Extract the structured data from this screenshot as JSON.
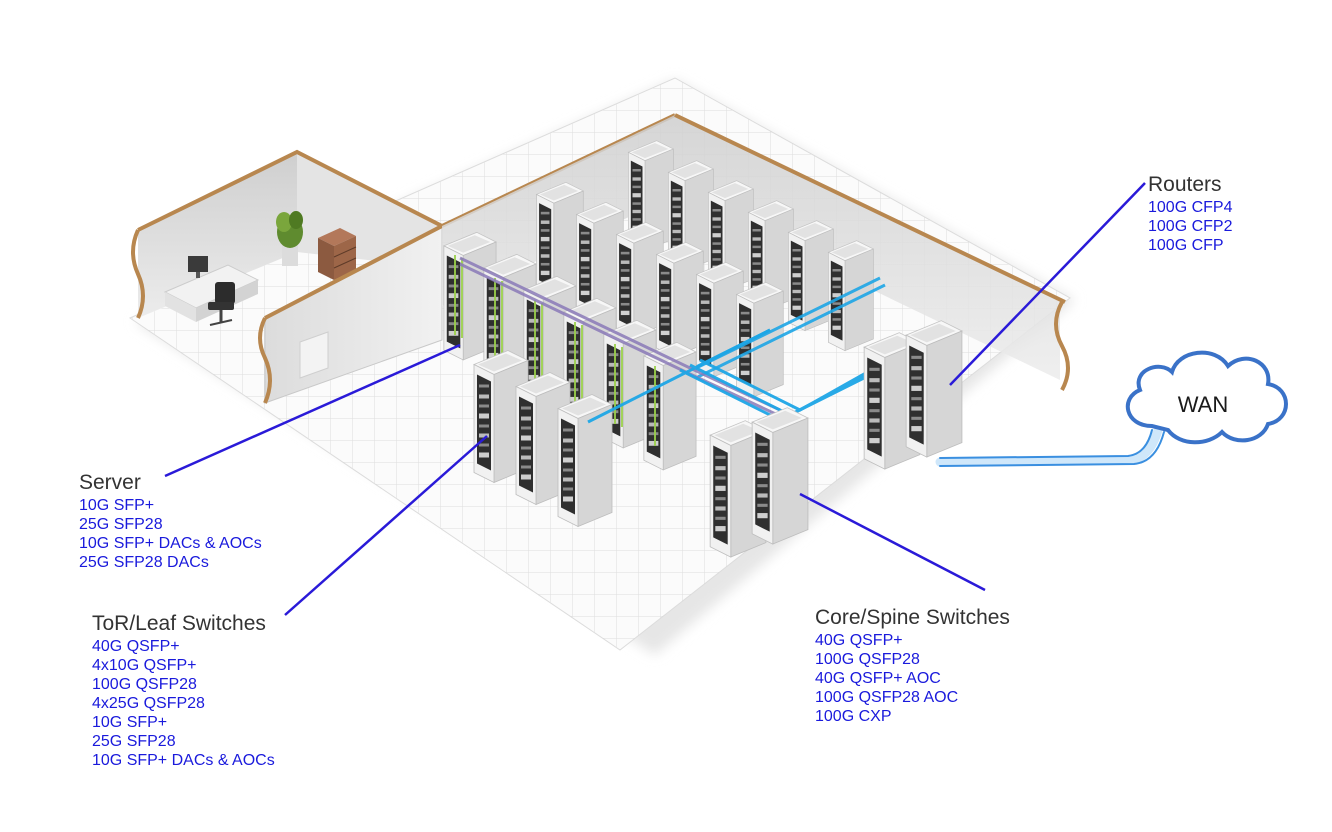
{
  "colors": {
    "item_text": "#1a1adc",
    "pointer_line": "#2a1ad8",
    "link_blue": "#1ea6e6",
    "link_purple": "#8a7ab8",
    "wall_trim": "#b8874f",
    "cloud_stroke": "#3a72c8",
    "rack_body": "#eeeeee",
    "rack_dark": "#2f2f2f"
  },
  "labels": {
    "server": {
      "title": "Server",
      "items": [
        "10G SFP+",
        "25G SFP28",
        "10G SFP+ DACs & AOCs",
        "25G SFP28 DACs"
      ]
    },
    "tor_leaf": {
      "title": "ToR/Leaf Switches",
      "items": [
        "40G QSFP+",
        "4x10G QSFP+",
        "100G QSFP28",
        "4x25G QSFP28",
        "10G SFP+",
        "25G SFP28",
        "10G SFP+ DACs & AOCs"
      ]
    },
    "core_spine": {
      "title": "Core/Spine Switches",
      "items": [
        "40G QSFP+",
        "100G QSFP28",
        "40G QSFP+ AOC",
        "100G QSFP28 AOC",
        "100G CXP"
      ]
    },
    "routers": {
      "title": "Routers",
      "items": [
        "100G CFP4",
        "100G CFP2",
        "100G CFP"
      ]
    }
  },
  "wan": {
    "label": "WAN"
  },
  "icons": [
    "server-rack-icon",
    "office-desk-icon",
    "office-chair-icon",
    "potted-plant-icon",
    "bookshelf-icon",
    "wan-cloud-icon"
  ]
}
